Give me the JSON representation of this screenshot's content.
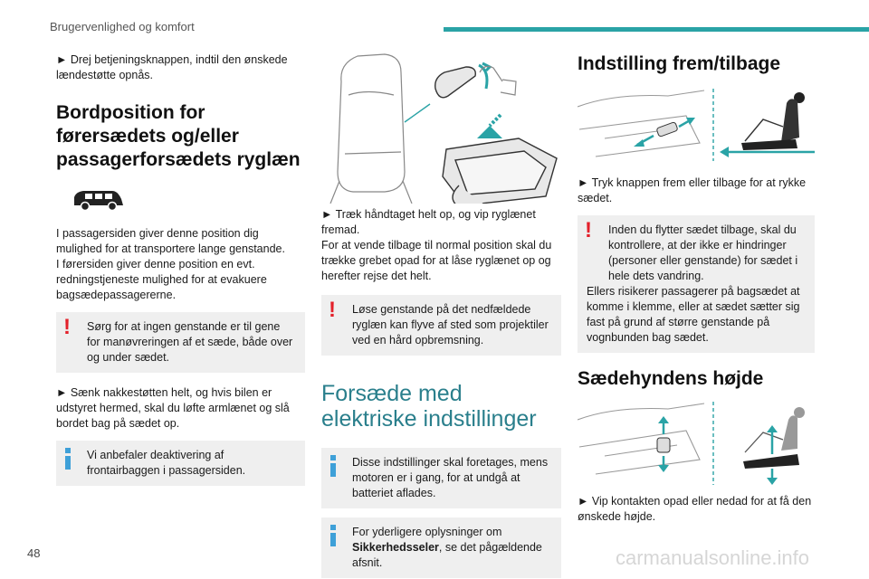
{
  "header": {
    "section_title": "Brugervenlighed og komfort"
  },
  "page_number": "48",
  "watermark": "carmanualsonline.info",
  "col1": {
    "intro": "► Drej betjeningsknappen, indtil den ønskede lændestøtte opnås.",
    "heading": "Bordposition for førersædets og/eller passagerforsædets ryglæn",
    "body1": "I passagersiden giver denne position dig mulighed for at transportere lange genstande.",
    "body2": "I førersiden giver denne position en evt. redningstjeneste mulighed for at evakuere bagsædepassagererne.",
    "warning": "Sørg for at ingen genstande er til gene for manøvreringen af et sæde, både over og under sædet.",
    "step": "► Sænk nakkestøtten helt, og hvis bilen er udstyret hermed, skal du løfte armlænet og slå bordet bag på sædet op.",
    "info": "Vi anbefaler deaktivering af frontairbaggen i passagersiden."
  },
  "col2": {
    "step1": "► Træk håndtaget helt op, og vip ryglænet fremad.",
    "step2": "For at vende tilbage til normal position skal du trække grebet opad for at låse ryglænet op og herefter rejse det helt.",
    "warning": "Løse genstande på det nedfældede ryglæn kan flyve af sted som projektiler ved en hård opbremsning.",
    "heading": "Forsæde med elektriske indstillinger",
    "info1": "Disse indstillinger skal foretages, mens motoren er i gang, for at undgå at batteriet aflades.",
    "info2_pre": "For yderligere oplysninger om ",
    "info2_bold": "Sikkerhedsseler",
    "info2_post": ", se det pågældende afsnit."
  },
  "col3": {
    "heading1": "Indstilling frem/tilbage",
    "step1": "► Tryk knappen frem eller tilbage for at rykke sædet.",
    "warning_l1": "Inden du flytter sædet tilbage, skal du kontrollere, at der ikke er hindringer (personer eller genstande) for sædet i hele dets vandring.",
    "warning_l2": "Ellers risikerer passagerer på bagsædet at komme i klemme, eller at sædet sætter sig fast på grund af større genstande på vognbunden bag sædet.",
    "heading2": "Sædehyndens højde",
    "step2": "► Vip kontakten opad eller nedad for at få den ønskede højde."
  },
  "colors": {
    "accent": "#2aa3a6",
    "warning": "#e3202a",
    "info": "#3ea0d8",
    "box": "#efefef"
  }
}
